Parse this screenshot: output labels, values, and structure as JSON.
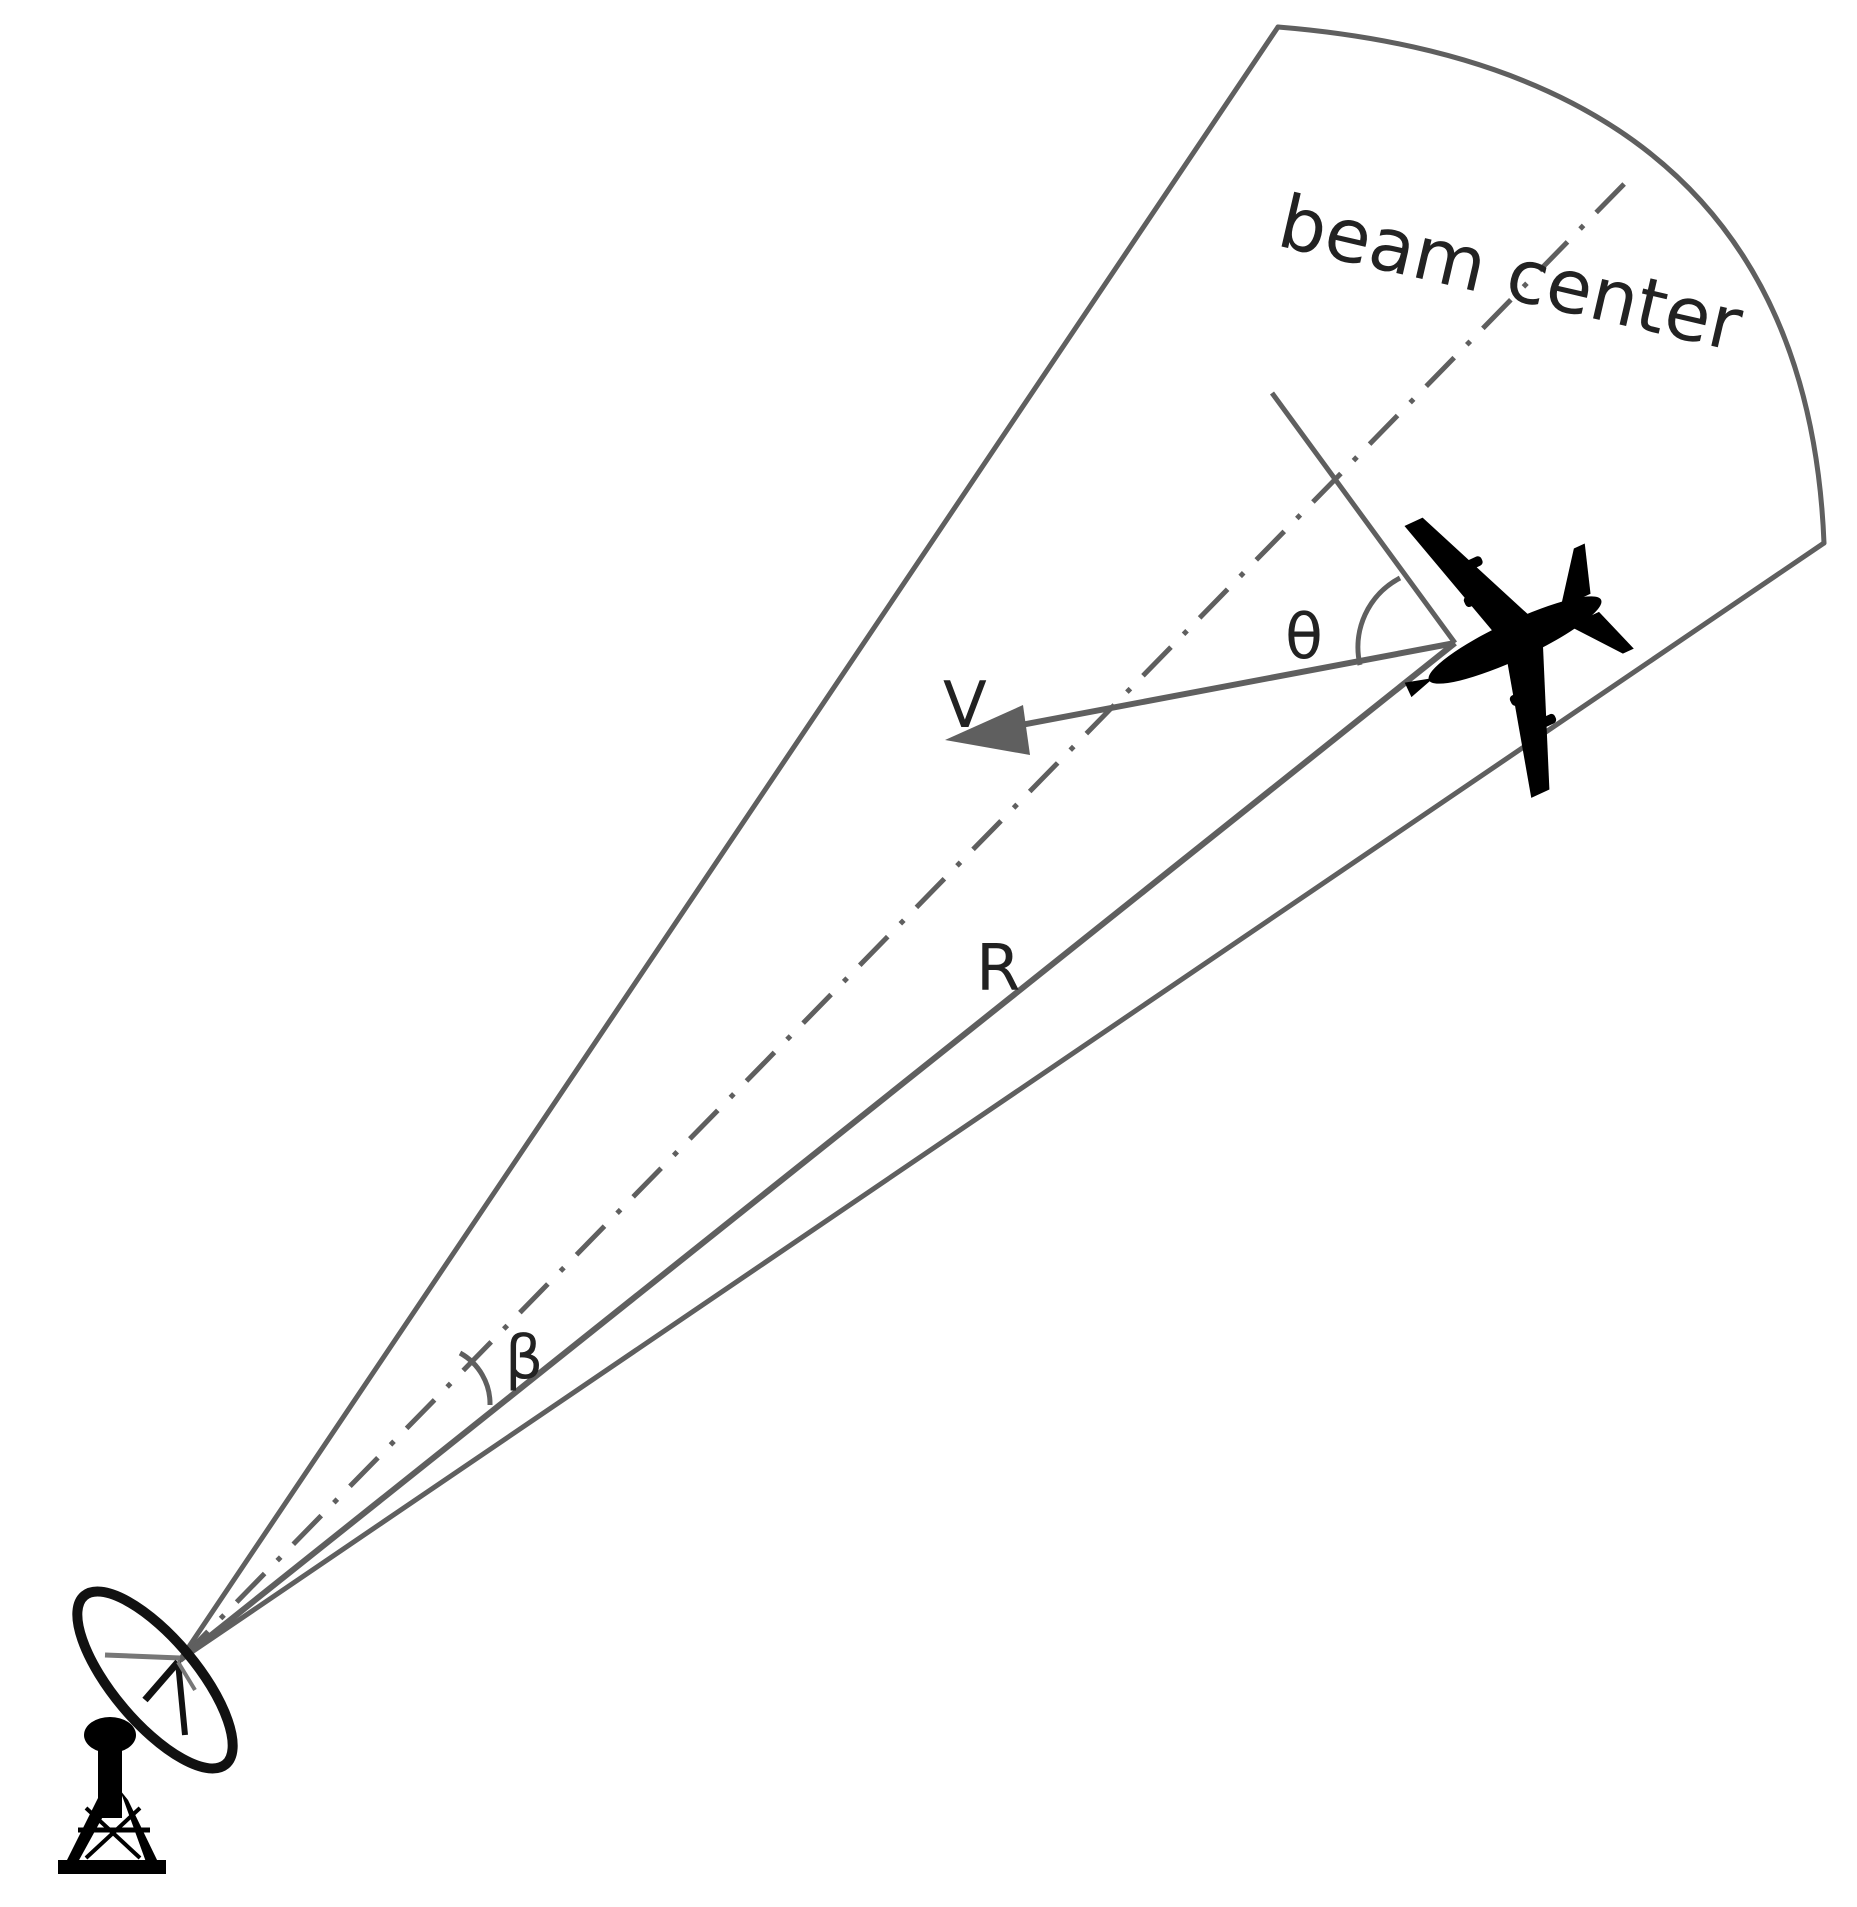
{
  "labels": {
    "beam_center": "beam center",
    "velocity": "V",
    "range": "R",
    "theta": "θ",
    "beta": "β"
  },
  "icons": {
    "antenna": "radar-dish-icon",
    "target": "airplane-icon"
  },
  "colors": {
    "lines": "#5f5f5f",
    "silhouette": "#000000",
    "text": "#222222",
    "background": "#ffffff"
  }
}
